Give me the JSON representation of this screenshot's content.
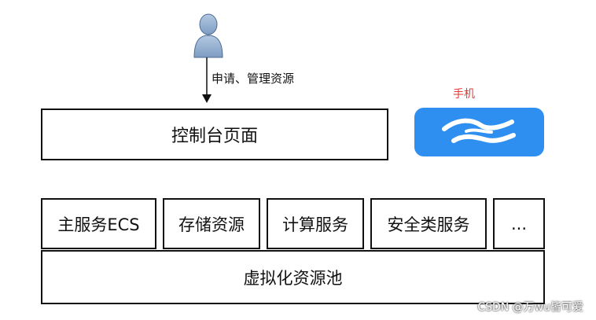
{
  "user": {
    "icon": "user-icon"
  },
  "arrow": {
    "label": "申请、管理资源"
  },
  "console": {
    "label": "控制台页面"
  },
  "phone": {
    "label": "手机",
    "icon": "cloud-app-icon",
    "icon_color": "#2f8ff0",
    "label_color": "#e53935"
  },
  "services": [
    {
      "label": "主服务ECS"
    },
    {
      "label": "存储资源"
    },
    {
      "label": "计算服务"
    },
    {
      "label": "安全类服务"
    },
    {
      "label": "..."
    }
  ],
  "pool": {
    "label": "虚拟化资源池"
  },
  "watermark": {
    "text": "CSDN @万wu皆可爱"
  }
}
